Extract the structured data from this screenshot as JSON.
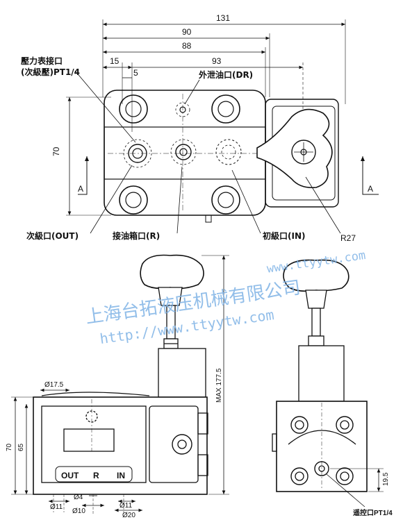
{
  "dimensions": {
    "d131": "131",
    "d90": "90",
    "d88": "88",
    "d15": "15",
    "d5": "5",
    "d93": "93",
    "d70_top": "70",
    "section_a_left": "A",
    "section_a_right": "A",
    "r27": "R27",
    "max_height": "MAX 177.5",
    "d17_5": "Ø17.5",
    "d70_left": "70",
    "d65": "65",
    "d11_left": "Ø11",
    "d4": "Ø4",
    "d10": "Ø10",
    "d11_right": "Ø11",
    "d20": "Ø20",
    "d19_5": "19.5"
  },
  "labels": {
    "gauge_port_line1": "壓力表接口",
    "gauge_port_line2": "(次級壓)PT1/4",
    "drain_port": "外泄油口(DR)",
    "secondary_port": "次級口(OUT)",
    "tank_port": "接油箱口(R)",
    "primary_port": "初級口(IN)",
    "remote_port": "遥控口PT1/4",
    "port_out": "OUT",
    "port_r": "R",
    "port_in": "IN"
  },
  "watermark": {
    "company": "上海台拓液压机械有限公司",
    "url_cn": "http://www.ttyytw.com",
    "url_en": "www.ttyytw.com"
  }
}
